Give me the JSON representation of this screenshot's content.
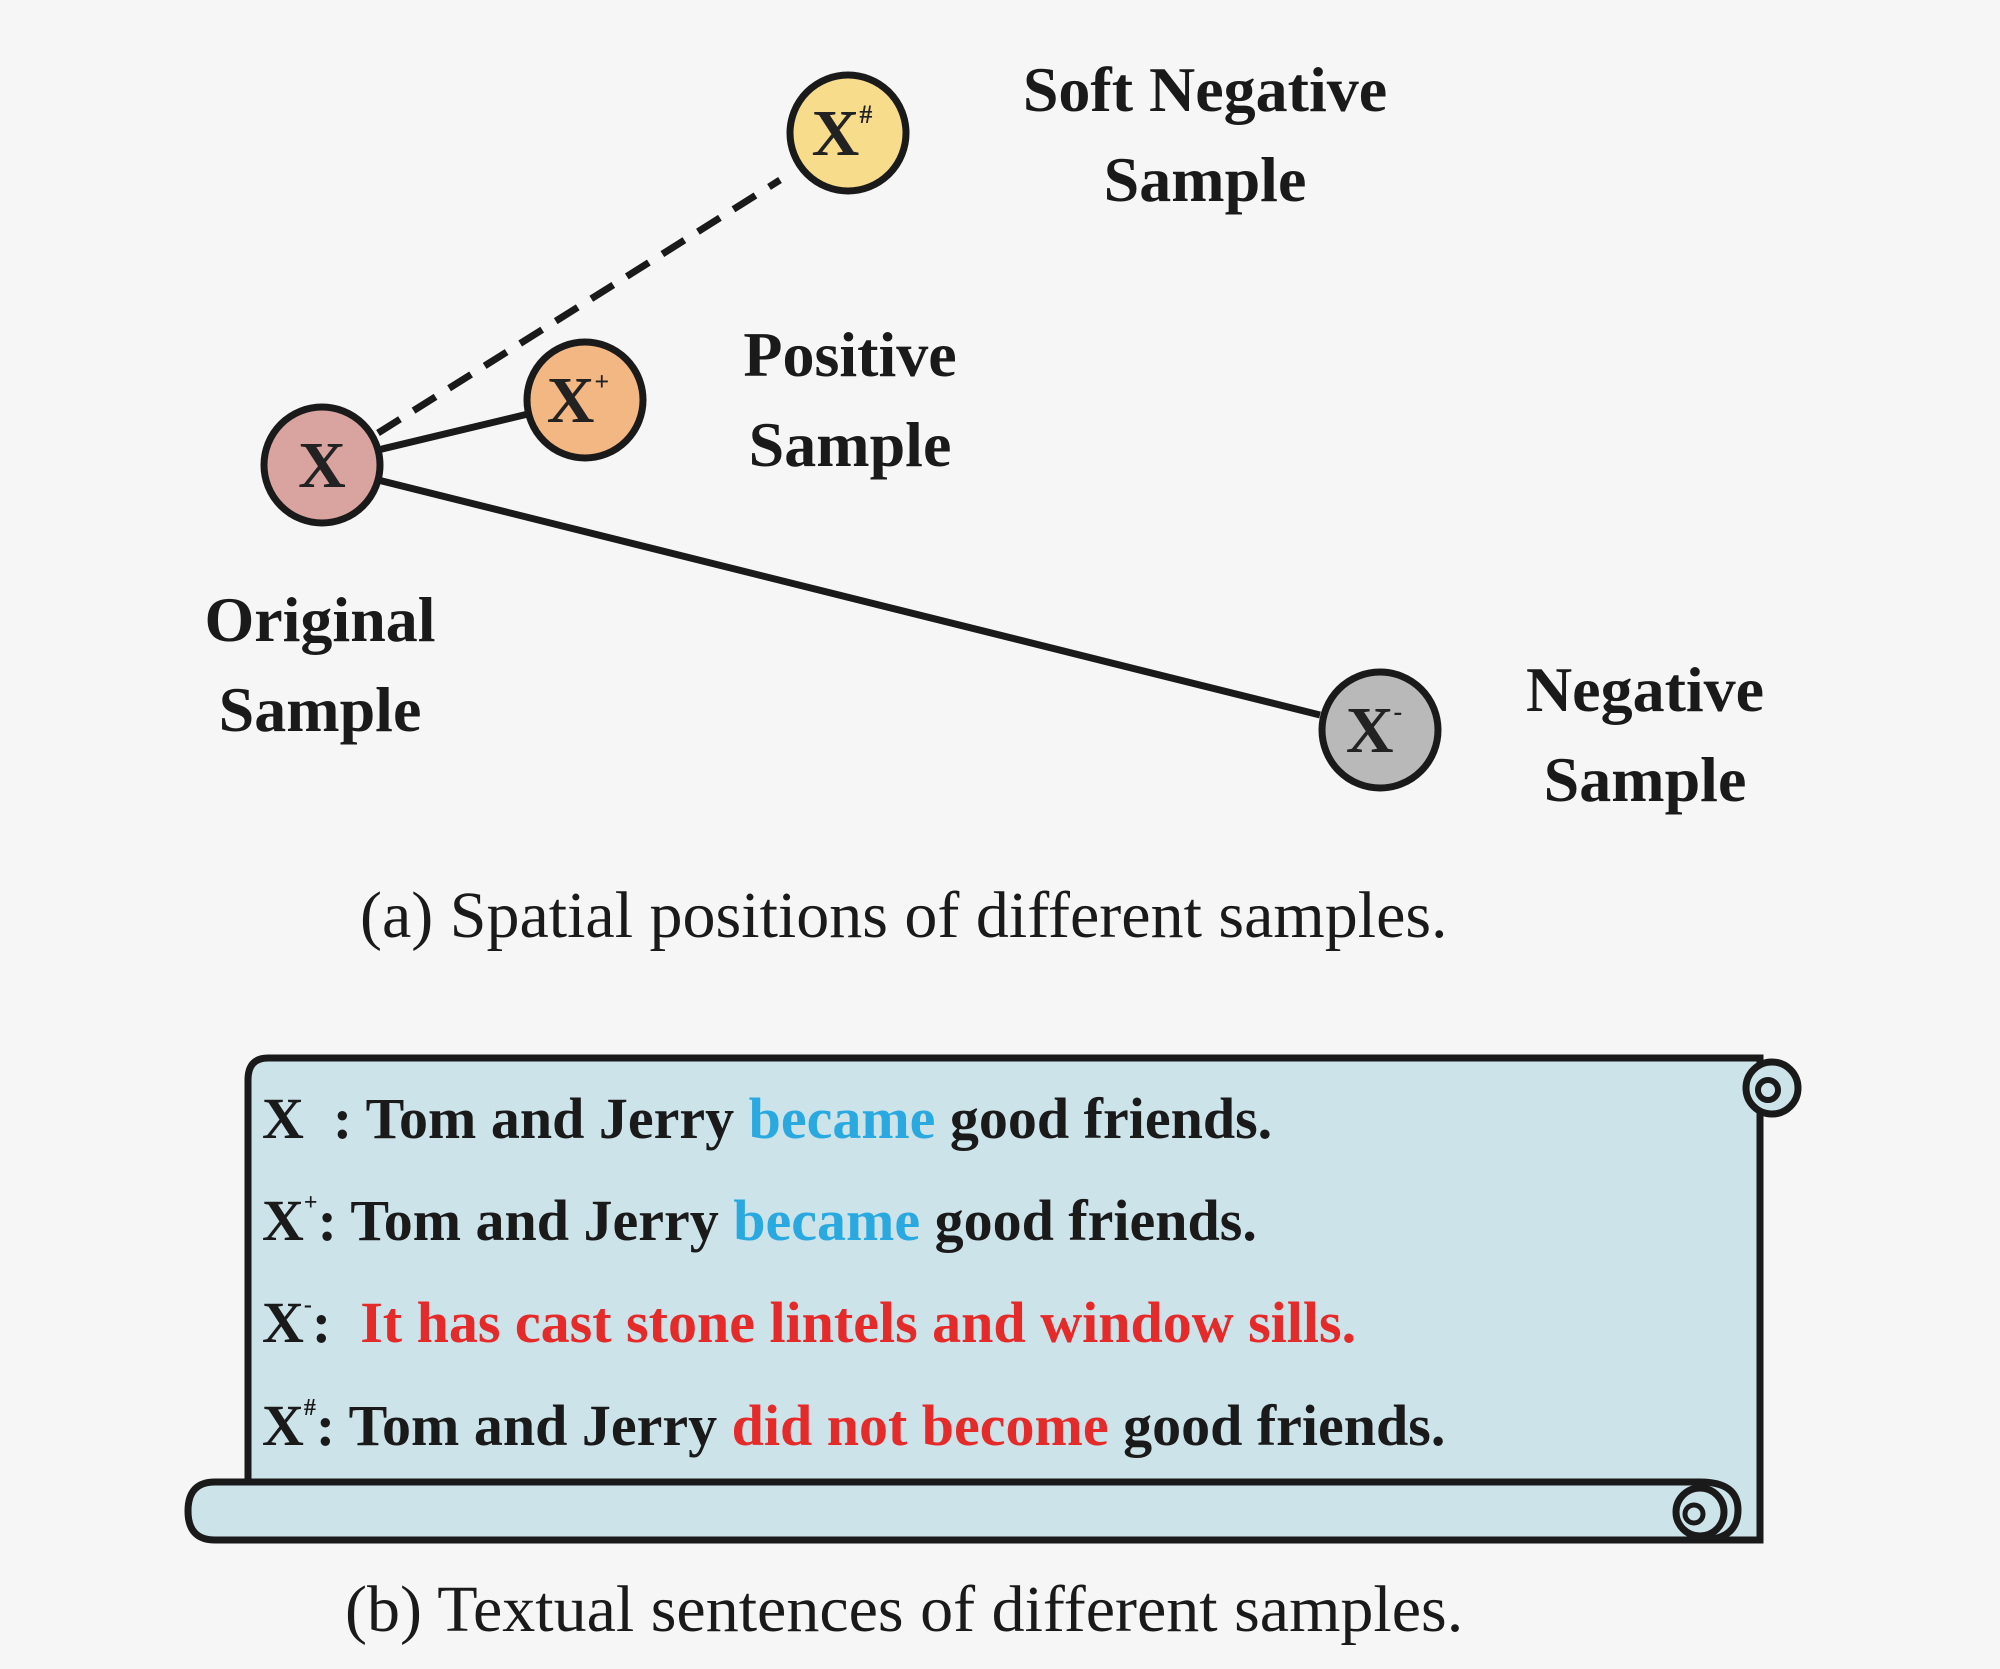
{
  "panel_a": {
    "nodes": {
      "original": {
        "symbol": "X",
        "sup": "",
        "label_line1": "Original",
        "label_line2": "Sample",
        "color": "#d9a3a0"
      },
      "positive": {
        "symbol": "X",
        "sup": "+",
        "label_line1": "Positive",
        "label_line2": "Sample",
        "color": "#f3b783"
      },
      "soft_negative": {
        "symbol": "X",
        "sup": "#",
        "label_line1": "Soft Negative",
        "label_line2": "Sample",
        "color": "#f7dc8c"
      },
      "negative": {
        "symbol": "X",
        "sup": "-",
        "label_line1": "Negative",
        "label_line2": "Sample",
        "color": "#b9b9b9"
      }
    },
    "caption": "(a) Spatial positions of different samples."
  },
  "panel_b": {
    "scroll_color": "#cde3ea",
    "rows": [
      {
        "sym": "X",
        "sup": "",
        "sep": "  : ",
        "pre": "Tom and Jerry ",
        "hl": "became",
        "hl_color": "blue",
        "post": " good friends."
      },
      {
        "sym": "X",
        "sup": "+",
        "sep": ": ",
        "pre": "Tom and Jerry ",
        "hl": "became",
        "hl_color": "blue",
        "post": " good friends."
      },
      {
        "sym": "X",
        "sup": "-",
        "sep": ":  ",
        "pre": "",
        "hl": "It has cast stone lintels and window sills.",
        "hl_color": "red",
        "post": ""
      },
      {
        "sym": "X",
        "sup": "#",
        "sep": ": ",
        "pre": "Tom and Jerry ",
        "hl": "did not become",
        "hl_color": "red",
        "post": " good friends."
      }
    ],
    "caption": "(b) Textual sentences of different samples."
  }
}
